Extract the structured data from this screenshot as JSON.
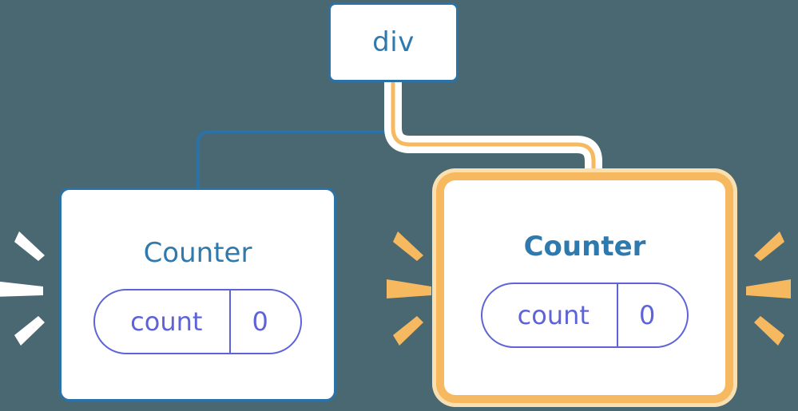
{
  "diagram": {
    "title": "component-tree-rerender",
    "background_color": "#4a6872",
    "palette": {
      "box_border_blue": "#2a72a8",
      "text_blue": "#2e7aae",
      "state_purple": "#5e64d8",
      "highlight_orange": "#f7b95f",
      "highlight_glow": "#fadfb0",
      "box_fill": "#ffffff",
      "spark_white": "#ffffff"
    }
  },
  "root": {
    "label": "div",
    "icon": "rounded-rect-node"
  },
  "nodes": [
    {
      "id": "counter-left",
      "title": "Counter",
      "state_key": "count",
      "state_value": "0",
      "highlighted": false,
      "spark_color": "#ffffff",
      "connector": {
        "color": "#2a72a8",
        "style": "elbow",
        "has_halo": false
      }
    },
    {
      "id": "counter-right",
      "title": "Counter",
      "state_key": "count",
      "state_value": "0",
      "highlighted": true,
      "spark_color": "#f7b95f",
      "connector": {
        "color": "#f7b95f",
        "style": "elbow",
        "has_halo": true
      }
    }
  ],
  "sparkles": {
    "left_box": {
      "count": 3,
      "side": "left",
      "color": "#ffffff"
    },
    "right_box_left": {
      "count": 3,
      "side": "left",
      "color": "#f7b95f"
    },
    "right_box_right": {
      "count": 3,
      "side": "right",
      "color": "#f7b95f"
    }
  }
}
